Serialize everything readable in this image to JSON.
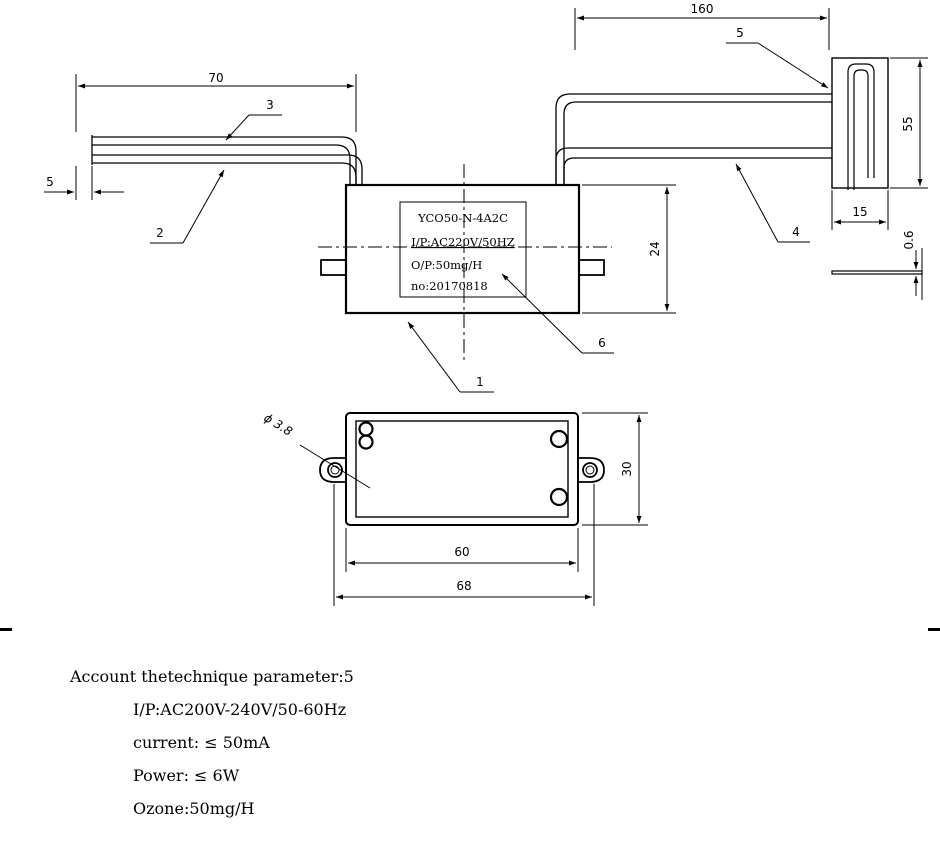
{
  "dimensions": {
    "wire_length": "70",
    "wire_pitch": "5",
    "plate_cable_length": "160",
    "plate_height": "55",
    "plate_width": "15",
    "plate_thickness": "0.6",
    "body_height": "24",
    "hole_diameter": "ϕ 3.8",
    "base_height": "30",
    "base_inner_length": "60",
    "base_total_length": "68"
  },
  "callouts": [
    "1",
    "2",
    "3",
    "4",
    "5",
    "6"
  ],
  "nameplate": {
    "model": "YCO50-N-4A2C",
    "input": "I/P:AC220V/50HZ",
    "output": "O/P:50mg/H",
    "serial": "no:20170818"
  },
  "parameters": {
    "heading": "Account thetechnique parameter:5",
    "lines": [
      "I/P:AC200V-240V/50-60Hz",
      "current: ≤ 50mA",
      "Power: ≤ 6W",
      "Ozone:50mg/H"
    ]
  }
}
